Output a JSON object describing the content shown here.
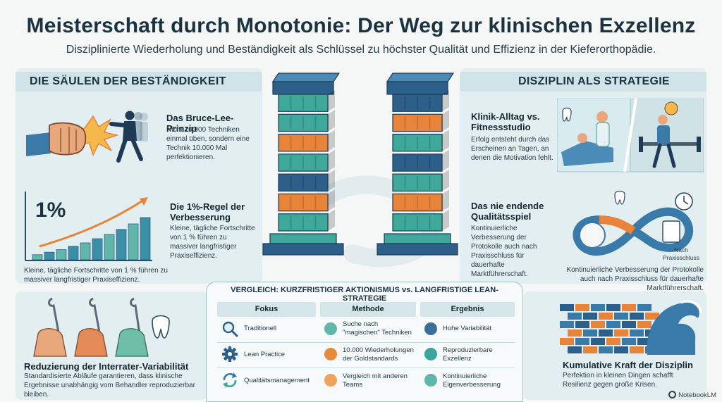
{
  "header": {
    "title": "Meisterschaft durch Monotonie: Der Weg zur klinischen Exzellenz",
    "subtitle": "Disziplinierte Wiederholung und Beständigkeit als Schlüssel zu höchster Qualität und Effizienz in der Kieferorthopädie."
  },
  "left_section": {
    "heading": "DIE SÄULEN DER BESTÄNDIGKEIT",
    "bruce_lee": {
      "title": "Das Bruce-Lee-Prinzip",
      "text": "Nicht 10.000 Techniken einmal üben, sondern eine Technik 10.000 Mal perfektionieren."
    },
    "one_percent": {
      "chart_label": "1%",
      "title": "Die 1%-Regel der Verbesserung",
      "text": "Kleine, tägliche Fortschritte von 1 % führen zu massiver langfristiger Praxiseffizienz.",
      "caption": "Kleine, tägliche Fortschritte von 1 % führen zu massiver langfristiger Praxiseffizienz.",
      "bars": [
        0.12,
        0.18,
        0.24,
        0.32,
        0.4,
        0.5,
        0.6,
        0.72,
        0.85,
        1.0
      ]
    },
    "variability": {
      "title": "Reduzierung der Interrater-Variabilität",
      "text": "Standardisierte Abläufe garantieren, dass klinische Ergebnisse unabhängig vom Behandler reproduzierbar bleiben."
    }
  },
  "right_section": {
    "heading": "DISZIPLIN ALS STRATEGIE",
    "clinic": {
      "title": "Klinik-Alltag vs. Fitnessstudio",
      "text": "Erfolg entsteht durch das Erscheinen an Tagen, an denen die Motivation fehlt."
    },
    "quality_game": {
      "title": "Das nie endende Qualitätsspiel",
      "text": "Kontinuierliche Verbesserung der Protokolle auch nach Praxisschluss für dauerhafte Marktführerschaft.",
      "loop_label": "Nach Praxisschluss",
      "caption": "Kontinuierliche Verbesserung der Protokolle auch nach Praxisschluss für dauerhafte Marktführerschaft."
    },
    "cumulative": {
      "title": "Kumulative Kraft der Disziplin",
      "text": "Perfektion in kleinen Dingen schafft Resilienz gegen große Krisen."
    }
  },
  "comparison": {
    "title": "VERGLEICH: KURZFRISTIGER AKTIONISMUS vs. LANGFRISTIGE LEAN-STRATEGIE",
    "headers": [
      "Fokus",
      "Methode",
      "Ergebnis"
    ],
    "rows": [
      {
        "fokus": "Traditionell",
        "fokus_icon": "magnifier-icon",
        "methode": "Suche nach \"magischen\" Techniken",
        "methode_color": "#5fb6a9",
        "ergebnis": "Hohe Variabilität",
        "ergebnis_color": "#3a6d9a"
      },
      {
        "fokus": "Lean Practice",
        "fokus_icon": "gear-icon",
        "methode": "10.000 Wiederholungen der Goldstandards",
        "methode_color": "#e88a3c",
        "ergebnis": "Reproduzierbare Exzellenz",
        "ergebnis_color": "#3aa59a"
      },
      {
        "fokus": "Qualitätsmanagement",
        "fokus_icon": "cycle-icon",
        "methode": "Vergleich mit anderen Teams",
        "methode_color": "#f0a35a",
        "ergebnis": "Kontinuierliche Eigenverbesserung",
        "ergebnis_color": "#5fb6a9"
      }
    ]
  },
  "branding": {
    "label": "NotebookLM"
  },
  "colors": {
    "navy": "#2c5f8a",
    "teal": "#3ea89a",
    "orange": "#e8843a",
    "panel": "#e3eef0"
  }
}
